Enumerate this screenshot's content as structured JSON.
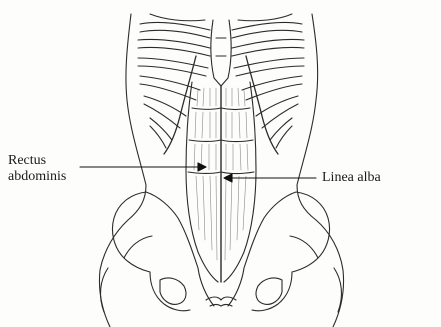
{
  "labels": {
    "rectus_line1": "Rectus",
    "rectus_line2": "abdominis",
    "linea_alba": "Linea alba"
  },
  "colors": {
    "ink": "#2b2b2b",
    "shade": "#8a8a8a",
    "background": "#fdfdfb"
  }
}
